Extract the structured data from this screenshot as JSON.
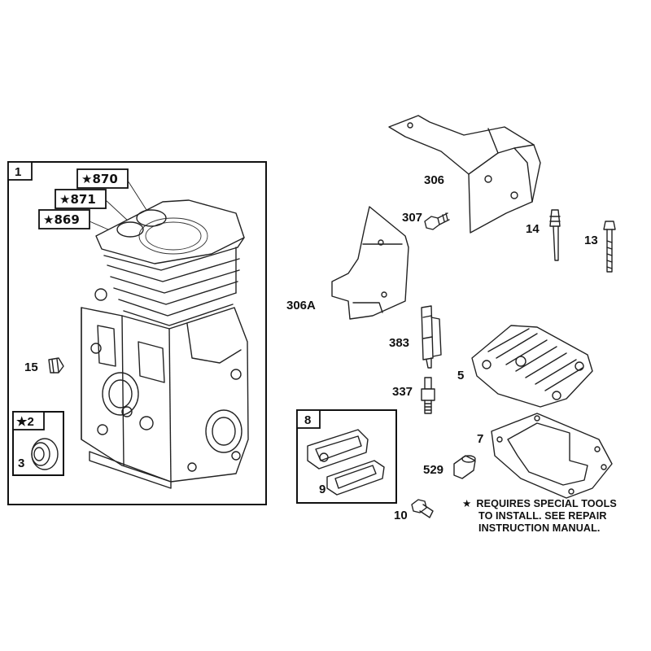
{
  "labels": {
    "box_1": "1",
    "part_870": "★870",
    "part_871": "★871",
    "part_869": "★869",
    "part_15": "15",
    "box_2": "★2",
    "part_3": "3",
    "part_306": "306",
    "part_307": "307",
    "part_14": "14",
    "part_13": "13",
    "part_306a": "306A",
    "part_383": "383",
    "part_5": "5",
    "part_337": "337",
    "box_8": "8",
    "part_9": "9",
    "part_7": "7",
    "part_529": "529",
    "part_10": "10"
  },
  "note": {
    "star": "★",
    "line1": "REQUIRES SPECIAL TOOLS",
    "line2": "TO INSTALL.  SEE REPAIR",
    "line3": "INSTRUCTION MANUAL."
  }
}
